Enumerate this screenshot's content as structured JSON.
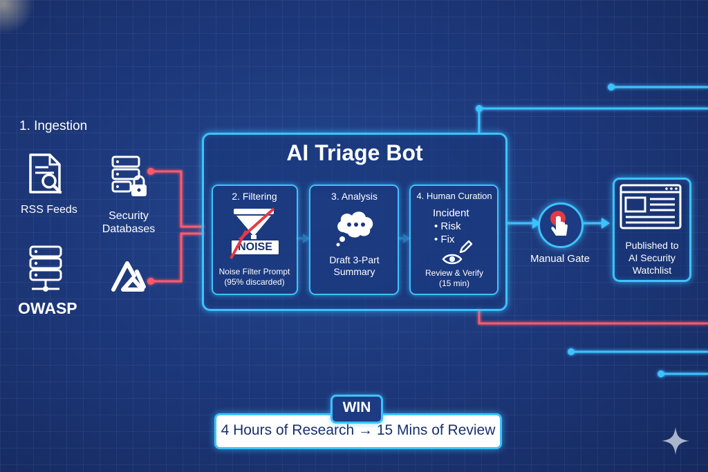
{
  "ingestion": {
    "title": "1. Ingestion",
    "rss_label": "RSS Feeds",
    "security_db_label": "Security\nDatabases",
    "owasp_label": "OWASP"
  },
  "triage_bot": {
    "title": "AI Triage Bot",
    "filtering": {
      "title": "2. Filtering",
      "noise_sign": "NOISE",
      "caption": "Noise Filter Prompt\n(95% discarded)"
    },
    "analysis": {
      "title": "3. Analysis",
      "caption": "Draft 3-Part\nSummary"
    },
    "curation": {
      "title": "4. Human Curation",
      "items": [
        "Incident",
        "• Risk",
        "• Fix"
      ],
      "caption": "Review & Verify\n(15 min)"
    }
  },
  "manual_gate": {
    "label": "Manual Gate"
  },
  "published": {
    "label": "Published to\nAI Security\nWatchlist"
  },
  "win": {
    "badge": "WIN",
    "text": "4 Hours of Research → 15 Mins of Review"
  },
  "colors": {
    "accent": "#3cc3ff",
    "warning_line": "#ff5a6a",
    "background": "#1c3677",
    "gate_red": "#e63946"
  },
  "icons": [
    "document-search-icon",
    "database-lock-icon",
    "server-icon",
    "brand-logo-icon",
    "funnel-icon",
    "thought-bubble-icon",
    "eye-icon",
    "pencil-icon",
    "click-hand-icon",
    "browser-window-icon",
    "sparkle-icon"
  ]
}
